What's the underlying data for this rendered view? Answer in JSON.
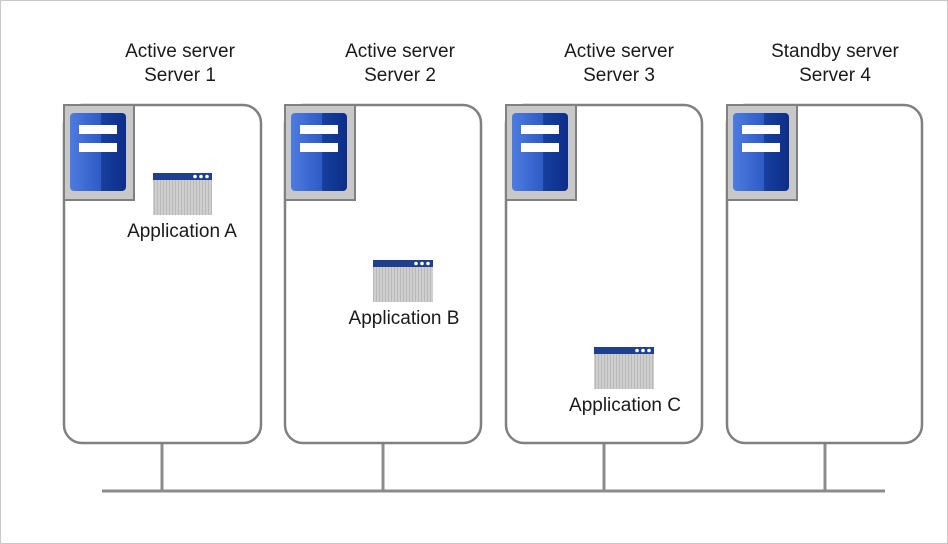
{
  "colors": {
    "outline": "#808080",
    "server_icon_bg": "#c8c8c8",
    "server_blue_dark": "#0a2f9a",
    "server_blue_light": "#3f6fd8",
    "app_title_bar": "#1f3f8f",
    "app_body": "#c8c8c8",
    "network_line": "#8c8c8c"
  },
  "servers": [
    {
      "role": "Active server",
      "name": "Server 1",
      "icon": "server-icon",
      "application": {
        "label": "Application A",
        "icon": "application-window-icon"
      }
    },
    {
      "role": "Active server",
      "name": "Server 2",
      "icon": "server-icon",
      "application": {
        "label": "Application B",
        "icon": "application-window-icon"
      }
    },
    {
      "role": "Active server",
      "name": "Server 3",
      "icon": "server-icon",
      "application": {
        "label": "Application C",
        "icon": "application-window-icon"
      }
    },
    {
      "role": "Standby server",
      "name": "Server 4",
      "icon": "server-icon",
      "application": null
    }
  ]
}
